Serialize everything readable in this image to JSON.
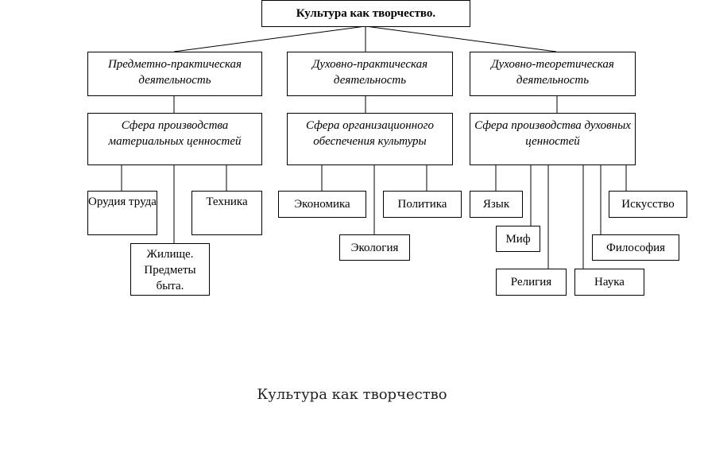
{
  "root": "Культура как творчество.",
  "branches": [
    {
      "activity": "Предметно-практическая деятельность",
      "sphere": "Сфера производства материальных ценностей",
      "items": [
        "Орудия труда",
        "Жилище. Предметы быта.",
        "Техника"
      ]
    },
    {
      "activity": "Духовно-практическая деятельность",
      "sphere": "Сфера организационного обеспечения культуры",
      "items": [
        "Экономика",
        "Экология",
        "Политика"
      ]
    },
    {
      "activity": "Духовно-теоретическая деятельность",
      "sphere": "Сфера производства духовных ценностей",
      "items": [
        "Язык",
        "Миф",
        "Религия",
        "Наука",
        "Философия",
        "Искусство"
      ]
    }
  ],
  "caption": "Культура как творчество"
}
